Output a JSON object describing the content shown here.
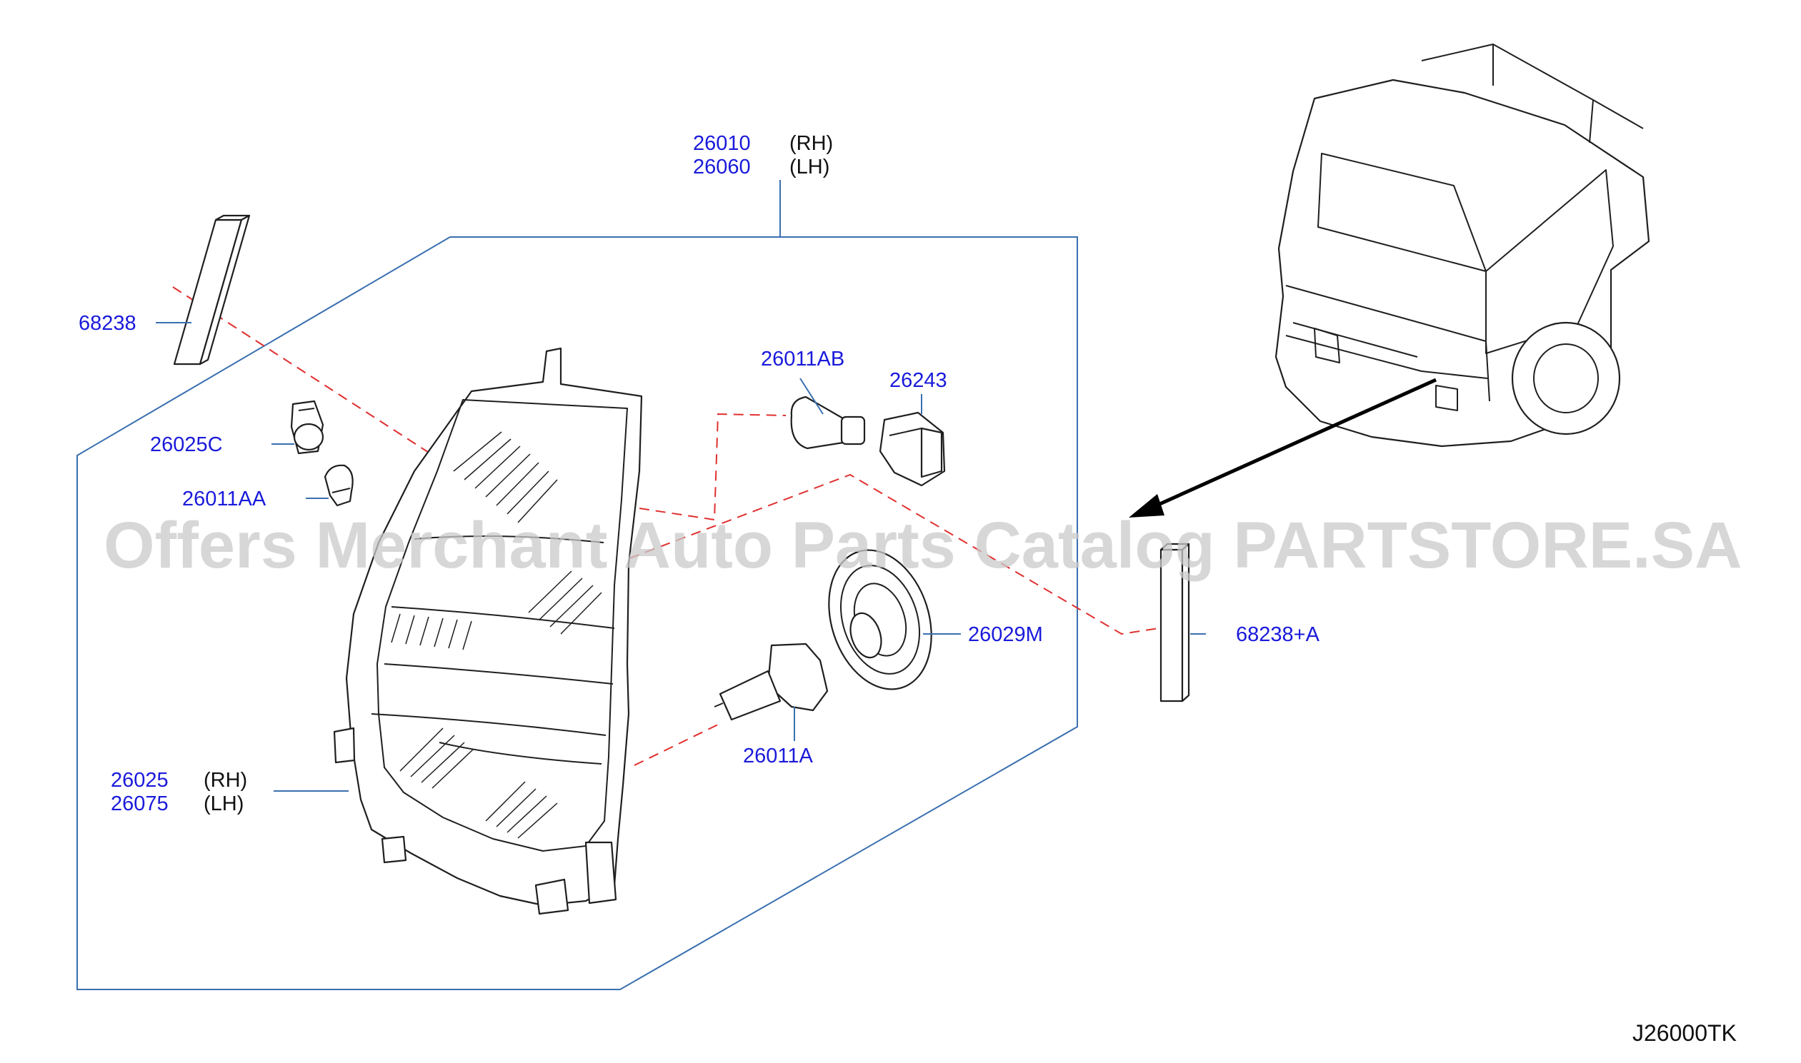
{
  "diagram": {
    "watermark": "Offers Merchant Auto Parts Catalog PARTSTORE.SA",
    "diagram_code": "J26000TK",
    "callouts": {
      "headlamp_assy": {
        "rh_number": "26010",
        "rh_side": "(RH)",
        "lh_number": "26060",
        "lh_side": "(LH)"
      },
      "housing": {
        "rh_number": "26025",
        "rh_side": "(RH)",
        "lh_number": "26075",
        "lh_side": "(LH)"
      },
      "seal_left": "68238",
      "seal_right": "68238+A",
      "socket_small": "26025C",
      "bulb_small": "26011AA",
      "bulb_turn": "26011AB",
      "socket_turn": "26243",
      "bulb_main": "26011A",
      "cap": "26029M"
    }
  }
}
